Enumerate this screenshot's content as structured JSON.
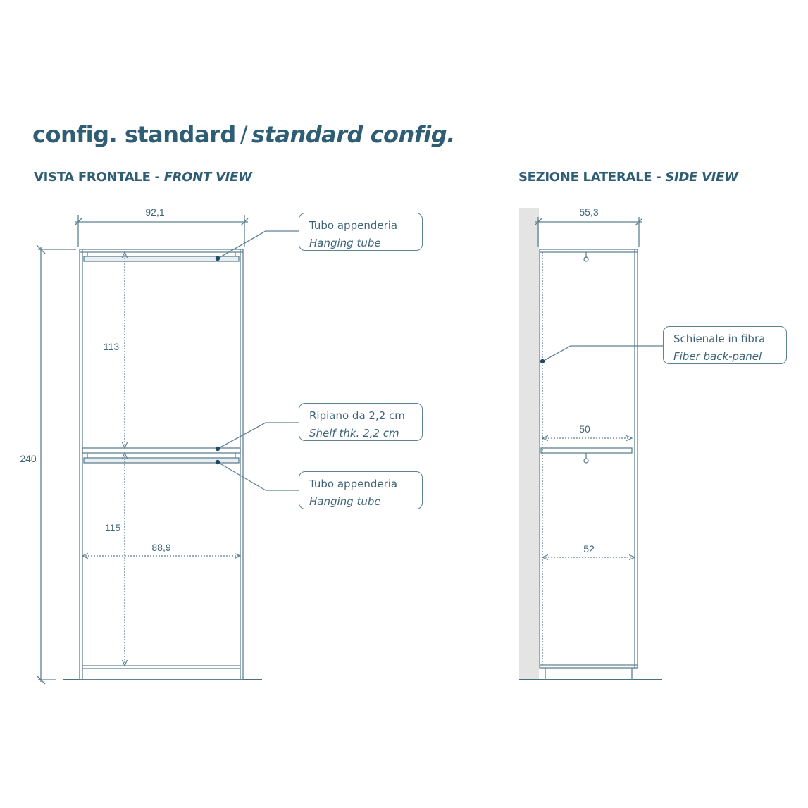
{
  "title": {
    "main": "config. standard",
    "separator": "/",
    "italic": "standard config."
  },
  "front_view": {
    "heading": "VISTA FRONTALE",
    "heading_dash": "-",
    "heading_en": "FRONT VIEW",
    "dimensions": {
      "outer_width": "92,1",
      "inner_width": "88,9",
      "total_height": "240",
      "upper_height": "113",
      "lower_height": "115"
    },
    "callouts": [
      {
        "it": "Tubo appenderia",
        "en": "Hanging tube"
      },
      {
        "it": "Ripiano da 2,2 cm",
        "en": "Shelf thk. 2,2 cm"
      },
      {
        "it": "Tubo appenderia",
        "en": "Hanging tube"
      }
    ]
  },
  "side_view": {
    "heading": "SEZIONE LATERALE",
    "heading_dash": "-",
    "heading_en": "SIDE VIEW",
    "dimensions": {
      "outer_depth": "55,3",
      "shelf_depth": "50",
      "inner_depth": "52"
    },
    "callouts": [
      {
        "it": "Schienale in fibra",
        "en": "Fiber back-panel"
      }
    ]
  },
  "colors": {
    "text": "#2e5d74",
    "line": "#5f8191",
    "wall": "#e4e4e4",
    "dot": "#1f4a63"
  }
}
